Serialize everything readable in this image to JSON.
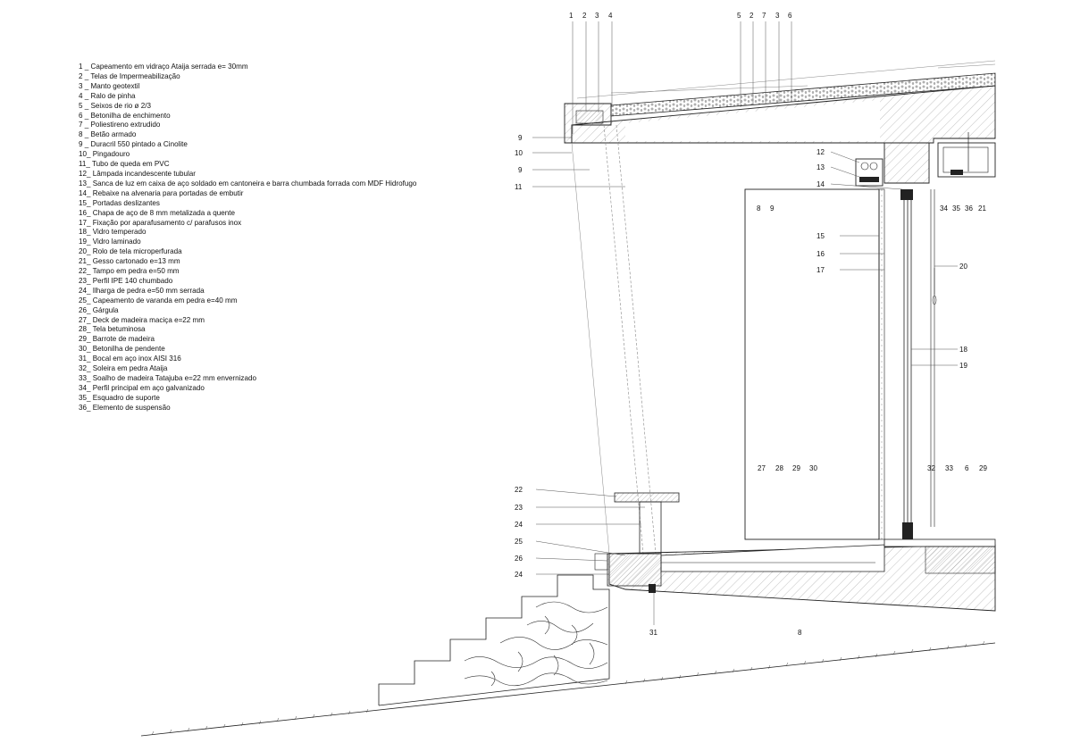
{
  "legend": [
    {
      "num": "1",
      "text": "1 _ Capeamento em vidraço Ataija serrada e= 30mm"
    },
    {
      "num": "2",
      "text": "2 _ Telas de Impermeabilização"
    },
    {
      "num": "3",
      "text": "3 _ Manto geotextil"
    },
    {
      "num": "4",
      "text": "4 _ Ralo de pinha"
    },
    {
      "num": "5",
      "text": "5 _ Seixos de rio ø 2/3"
    },
    {
      "num": "6",
      "text": "6 _ Betonilha de enchimento"
    },
    {
      "num": "7",
      "text": "7 _ Poliestireno extrudido"
    },
    {
      "num": "8",
      "text": "8 _ Betão armado"
    },
    {
      "num": "9",
      "text": "9 _ Duracril 550 pintado a Cinolite"
    },
    {
      "num": "10",
      "text": "10_ Pingadouro"
    },
    {
      "num": "11",
      "text": "11_ Tubo de queda em PVC"
    },
    {
      "num": "12",
      "text": "12_ Lâmpada incandescente tubular"
    },
    {
      "num": "13",
      "text": "13_ Sanca de luz em caixa de aço soldado em cantoneira e barra chumbada forrada com MDF Hidrofugo"
    },
    {
      "num": "14",
      "text": "14_ Rebaixe na alvenaria para portadas de embutir"
    },
    {
      "num": "15",
      "text": "15_ Portadas deslizantes"
    },
    {
      "num": "16",
      "text": "16_ Chapa de aço de 8 mm metalizada a quente"
    },
    {
      "num": "17",
      "text": "17_ Fixação por aparafusamento c/ parafusos inox"
    },
    {
      "num": "18",
      "text": "18_ Vidro temperado"
    },
    {
      "num": "19",
      "text": "19_ Vidro laminado"
    },
    {
      "num": "20",
      "text": "20_ Rolo de tela microperfurada"
    },
    {
      "num": "21",
      "text": "21_ Gesso cartonado e=13 mm"
    },
    {
      "num": "22",
      "text": "22_ Tampo em pedra e=50 mm"
    },
    {
      "num": "23",
      "text": "23_ Perfil IPE 140 chumbado"
    },
    {
      "num": "24",
      "text": "24_ Ilharga de pedra e=50 mm serrada"
    },
    {
      "num": "25",
      "text": "25_ Capeamento de varanda em pedra e=40 mm"
    },
    {
      "num": "26",
      "text": "26_ Gárgula"
    },
    {
      "num": "27",
      "text": "27_ Deck de madeira maciça e=22 mm"
    },
    {
      "num": "28",
      "text": "28_ Tela betuminosa"
    },
    {
      "num": "29",
      "text": "29_ Barrote de madeira"
    },
    {
      "num": "30",
      "text": "30_ Betonilha de pendente"
    },
    {
      "num": "31",
      "text": "31_ Bocal em aço inox AISI 316"
    },
    {
      "num": "32",
      "text": "32_ Soleira em pedra Ataija"
    },
    {
      "num": "33",
      "text": "33_ Soalho de madeira Tatajuba e=22 mm envernizado"
    },
    {
      "num": "34",
      "text": "34_ Perfil principal em aço galvanizado"
    },
    {
      "num": "35",
      "text": "35_ Esquadro de suporte"
    },
    {
      "num": "36",
      "text": "36_ Elemento de suspensão"
    }
  ],
  "callouts": {
    "top_left": [
      "1",
      "2",
      "3",
      "4"
    ],
    "top_right": [
      "5",
      "2",
      "7",
      "3",
      "6"
    ],
    "left_side": [
      "9",
      "10",
      "9",
      "11"
    ],
    "lamp_box": [
      "12",
      "13",
      "14"
    ],
    "slab_pair": [
      "8",
      "9"
    ],
    "ceiling_detail": [
      "34",
      "35",
      "36",
      "21"
    ],
    "panel_tags": [
      "15",
      "16",
      "17"
    ],
    "screen_tag": "20",
    "glass_tags": [
      "18",
      "19"
    ],
    "floor_left": [
      "27",
      "28",
      "29",
      "30"
    ],
    "floor_right": [
      "32",
      "33",
      "6",
      "29"
    ],
    "balcony_tags": [
      "22",
      "23",
      "24",
      "25",
      "26",
      "24"
    ],
    "bottom_tags": [
      "31",
      "8"
    ]
  },
  "colors": {
    "line": "#1a1a1a",
    "fine_line": "#888888",
    "hatch": "#9a9a9a"
  }
}
